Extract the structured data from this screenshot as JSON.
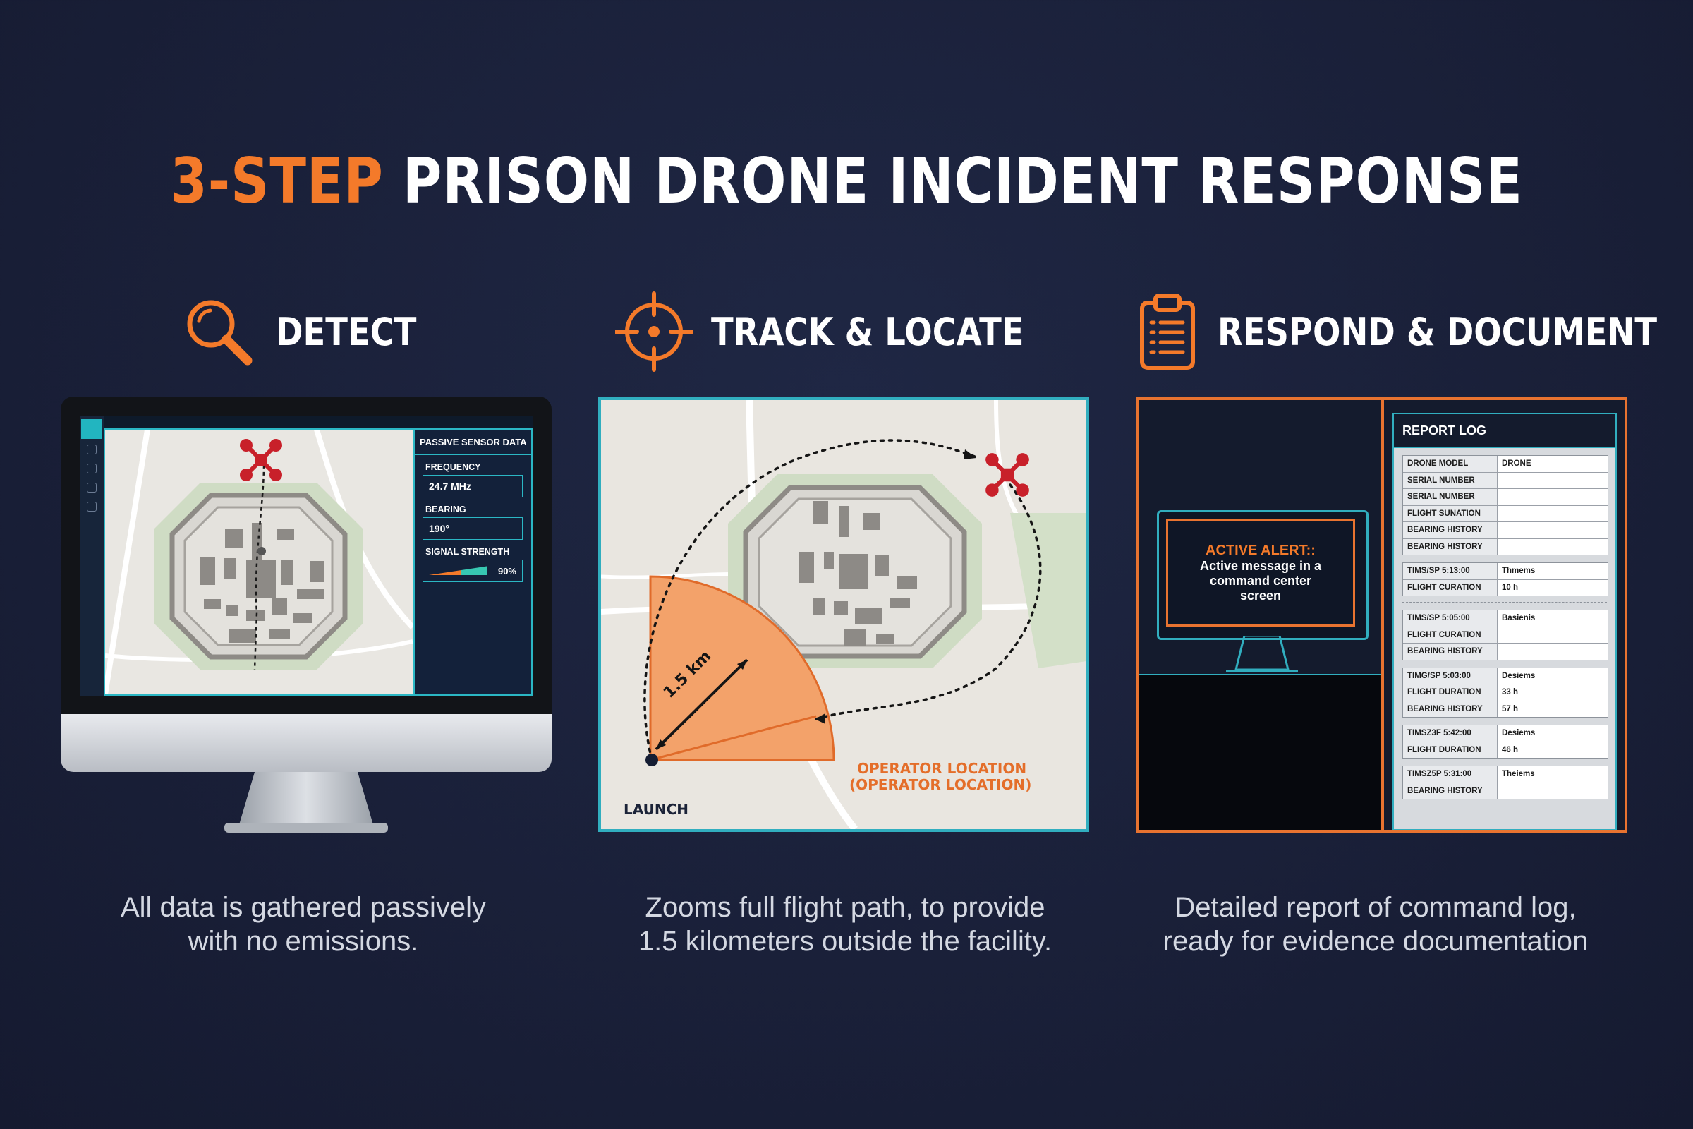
{
  "title": {
    "accent": "3-STEP",
    "rest": "PRISON DRONE INCIDENT RESPONSE"
  },
  "colors": {
    "accent": "#f47a2a",
    "teal": "#31aebf",
    "background": "#1a2039"
  },
  "steps": [
    {
      "icon": "magnifier-icon",
      "label": "DETECT",
      "caption_line1": "All data is gathered passively",
      "caption_line2": "with no emissions."
    },
    {
      "icon": "crosshair-icon",
      "label": "TRACK & LOCATE",
      "caption_line1": "Zooms full flight path, to provide",
      "caption_line2": "1.5 kilometers outside the facility."
    },
    {
      "icon": "clipboard-icon",
      "label": "RESPOND & DOCUMENT",
      "caption_line1": "Detailed report of command log,",
      "caption_line2": "ready for evidence documentation"
    }
  ],
  "sensor_panel": {
    "header": "PASSIVE SENSOR DATA",
    "frequency_label": "FREQUENCY",
    "frequency_value": "24.7 MHz",
    "bearing_label": "BEARING",
    "bearing_value": "190°",
    "signal_label": "SIGNAL STRENGTH",
    "signal_value": "90%",
    "signal_level": 0.9
  },
  "track_map": {
    "distance_label": "1.5 km",
    "launch_label": "LAUNCH",
    "operator_line1": "OPERATOR LOCATION",
    "operator_line2": "(OPERATOR LOCATION)"
  },
  "alert": {
    "title": "ACTIVE ALERT::",
    "message_line1": "Active message in a",
    "message_line2": "command center",
    "message_line3": "screen"
  },
  "report_log": {
    "title": "REPORT LOG",
    "groups": [
      [
        [
          "DRONE MODEL",
          "DRONE"
        ],
        [
          "SERIAL NUMBER",
          ""
        ],
        [
          "SERIAL NUMBER",
          ""
        ],
        [
          "FLIGHT SUNATION",
          ""
        ],
        [
          "BEARING HISTORY",
          ""
        ],
        [
          "BEARING HISTORY",
          ""
        ]
      ],
      [
        [
          "TIMS/SP 5:13:00",
          "Thmems"
        ],
        [
          "FLIGHT CURATION",
          "10 h"
        ]
      ],
      [
        [
          "TIMS/SP 5:05:00",
          "Basienis"
        ],
        [
          "FLIGHT CURATION",
          ""
        ],
        [
          "BEARING HISTORY",
          ""
        ]
      ],
      [
        [
          "TIMG/SP 5:03:00",
          "Desiems"
        ],
        [
          "FLIGHT DURATION",
          "33 h"
        ],
        [
          "BEARING HISTORY",
          "57 h"
        ]
      ],
      [
        [
          "TIMSZ3F 5:42:00",
          "Desiems"
        ],
        [
          "FLIGHT DURATION",
          "46 h"
        ]
      ],
      [
        [
          "TIMSZ5P 5:31:00",
          "Theiems"
        ],
        [
          "BEARING HISTORY",
          ""
        ]
      ]
    ]
  }
}
